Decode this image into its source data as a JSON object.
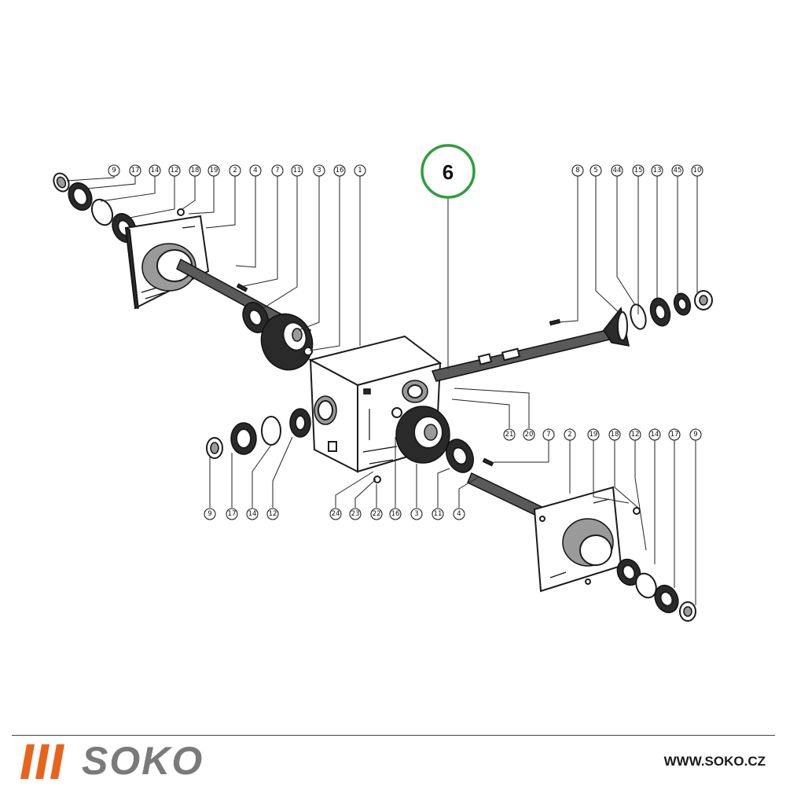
{
  "highlight": {
    "label": "6",
    "color": "#2e9e3e"
  },
  "callouts_top_left": [
    "9",
    "17",
    "14",
    "12",
    "18",
    "19",
    "2",
    "4",
    "7",
    "11",
    "3",
    "16",
    "1"
  ],
  "callouts_top_right": [
    "8",
    "5",
    "44",
    "15",
    "13",
    "45",
    "10"
  ],
  "callouts_mid_left": [
    "9",
    "17",
    "14",
    "12"
  ],
  "callouts_mid_right": [
    "21",
    "20",
    "7",
    "2",
    "19",
    "18",
    "12",
    "14",
    "17",
    "9"
  ],
  "callouts_bottom": [
    "24",
    "23",
    "22",
    "16",
    "3",
    "11",
    "4"
  ],
  "footer": {
    "brand": "SOKO",
    "url": "WWW.SOKO.CZ",
    "brand_color": "#e8641c"
  }
}
